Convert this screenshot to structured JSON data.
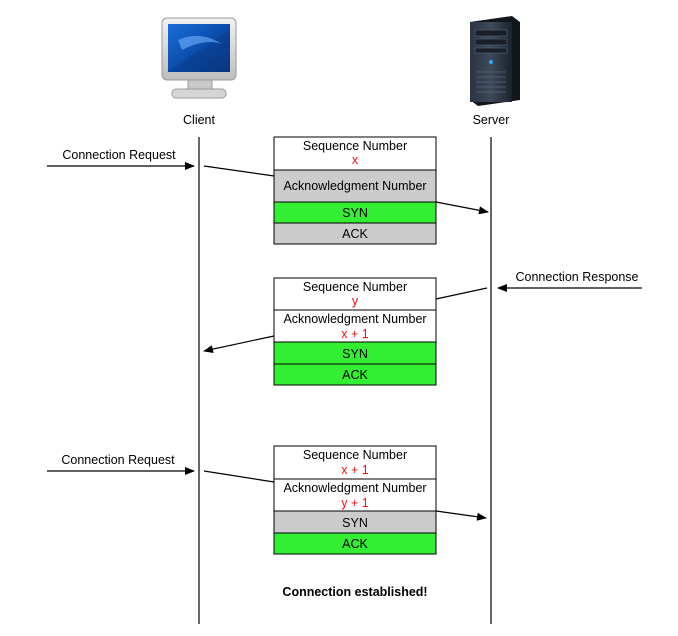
{
  "nodes": {
    "client": {
      "label": "Client",
      "icon": "desktop-computer-icon"
    },
    "server": {
      "label": "Server",
      "icon": "server-tower-icon"
    }
  },
  "colors": {
    "flag_set": "#33ee33",
    "flag_unset": "#cccccc",
    "value_text": "#e11111",
    "border": "#000000"
  },
  "exchanges": [
    {
      "message": "Connection Request",
      "direction": "client-to-server",
      "sequence_label": "Sequence Number",
      "sequence_value": "x",
      "ack_label": "Acknowledgment Number",
      "ack_value": "",
      "syn_label": "SYN",
      "syn_set": true,
      "ack_flag_label": "ACK",
      "ack_set": false
    },
    {
      "message": "Connection Response",
      "direction": "server-to-client",
      "sequence_label": "Sequence Number",
      "sequence_value": "y",
      "ack_label": "Acknowledgment Number",
      "ack_value": "x + 1",
      "syn_label": "SYN",
      "syn_set": true,
      "ack_flag_label": "ACK",
      "ack_set": true
    },
    {
      "message": "Connection Request",
      "direction": "client-to-server",
      "sequence_label": "Sequence Number",
      "sequence_value": "x + 1",
      "ack_label": "Acknowledgment Number",
      "ack_value": "y + 1",
      "syn_label": "SYN",
      "syn_set": false,
      "ack_flag_label": "ACK",
      "ack_set": true
    }
  ],
  "footer": "Connection established!"
}
